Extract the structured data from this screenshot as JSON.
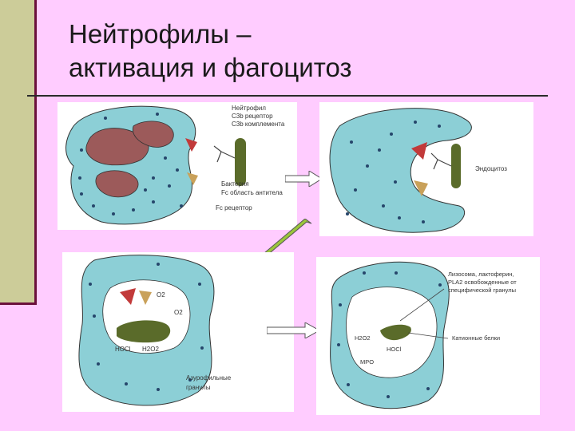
{
  "slide": {
    "title_line1": "Нейтрофилы –",
    "title_line2": "активация  и фагоцитоз"
  },
  "panel1": {
    "labels": [
      "Нейтрофил",
      "C3b рецептор",
      "C3b комплемента",
      "Бактерия",
      "Fc область антитела",
      "Fc рецептор"
    ]
  },
  "panel2": {
    "labels": [
      "Эндоцитоз"
    ]
  },
  "panel3": {
    "labels": [
      "O2",
      "O2",
      "HOCl",
      "H2O2",
      "Азурофильные",
      "гранулы"
    ]
  },
  "panel4": {
    "labels": [
      "Лизосома, лактоферин,",
      "PLA2 освобожденные от",
      "специфической гранулы",
      "Катионные белки",
      "H2O2",
      "HOCl",
      "MPO"
    ]
  },
  "colors": {
    "background": "#ffccff",
    "sidebar": "#cccc99",
    "accent_line": "#6b0f3c",
    "cell": "#8ccfd6",
    "nucleus": "#9c5a5a",
    "bacterium": "#5a6b2a"
  }
}
